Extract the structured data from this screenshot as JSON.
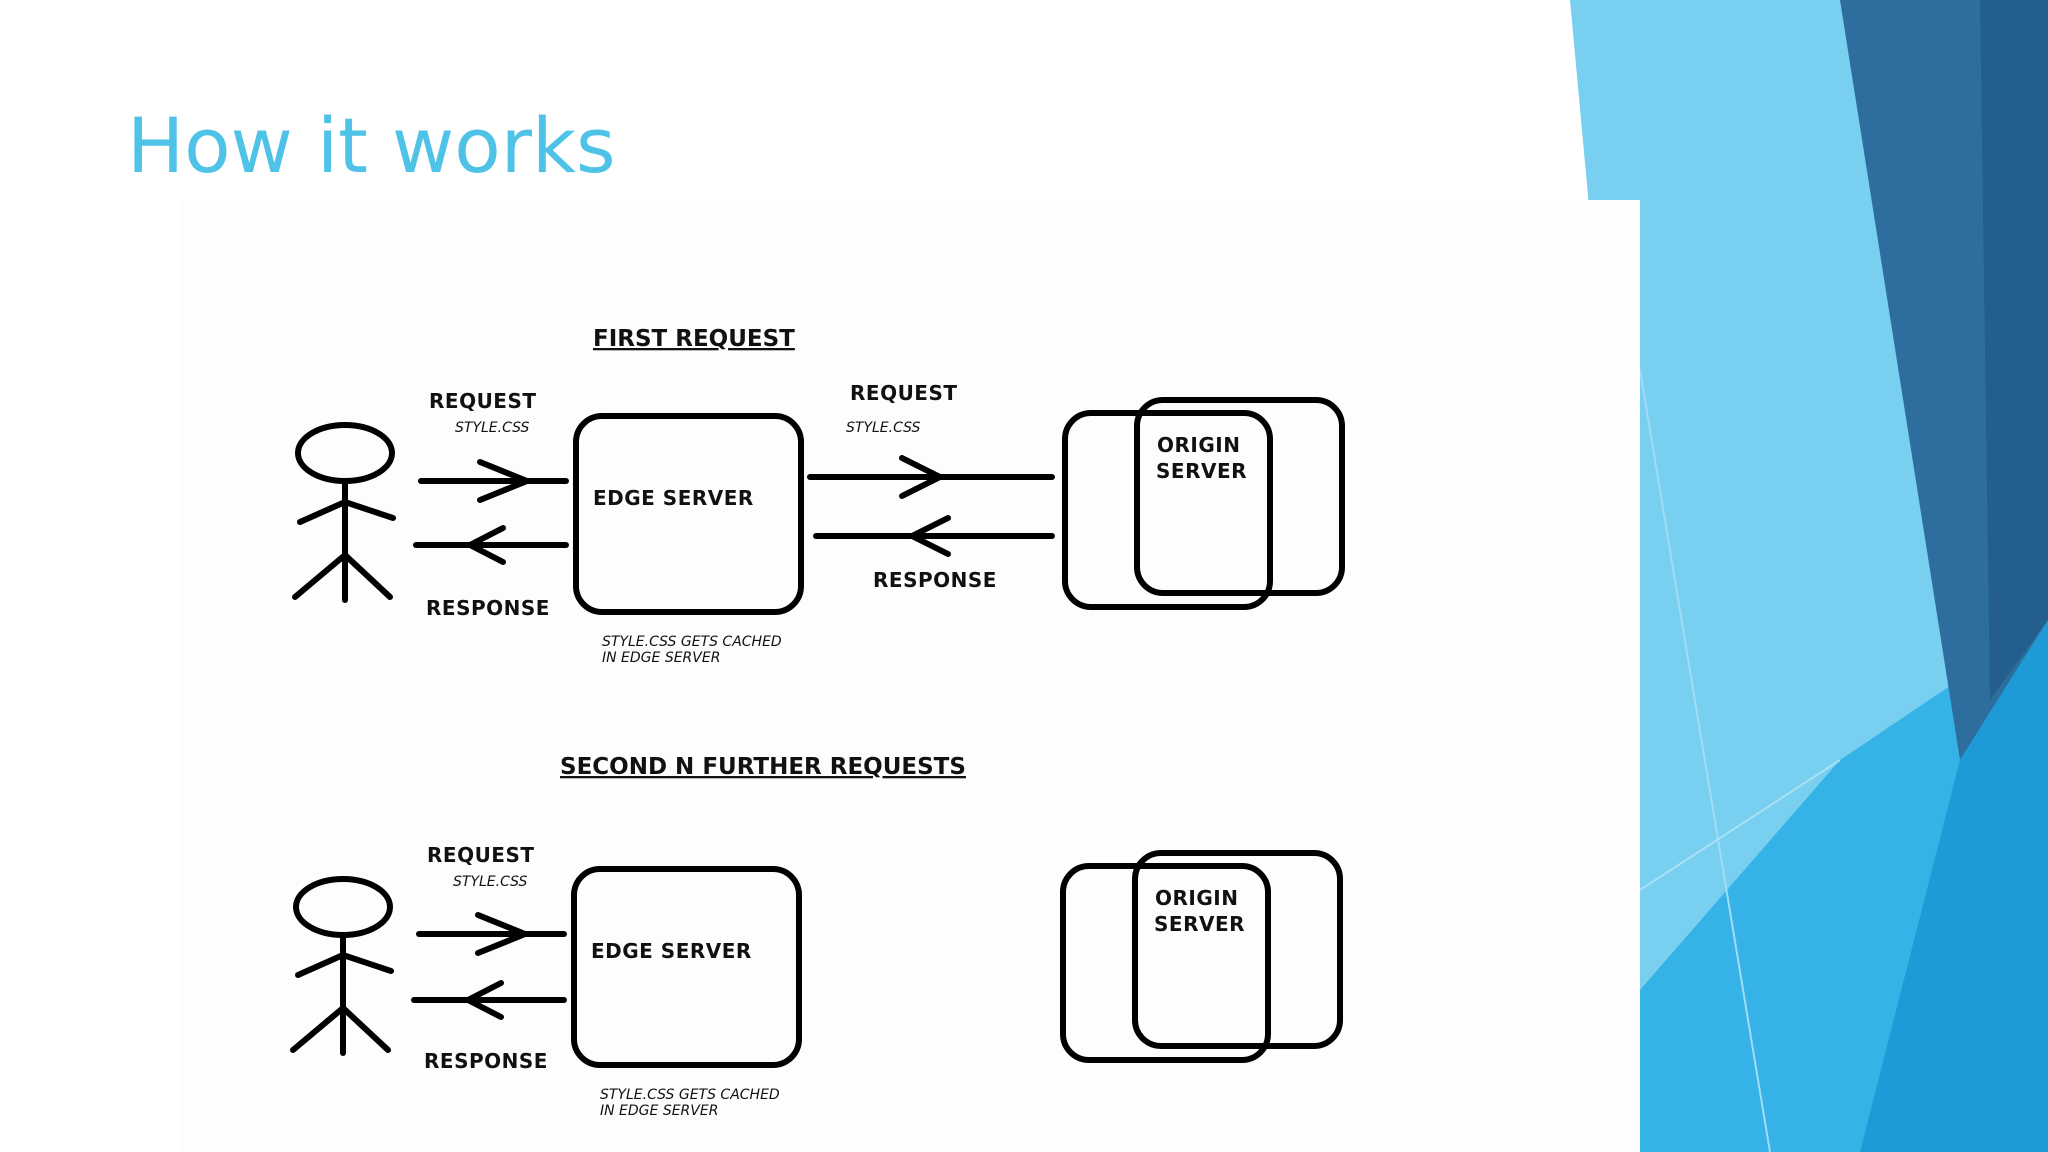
{
  "slide": {
    "title": "How it works"
  },
  "colors": {
    "title": "#4fc3e7",
    "decor_light": "#c6ebf9",
    "decor_mid": "#78cff0",
    "decor_bright": "#35b3e6",
    "decor_dark": "#2d6e9e",
    "decor_deep": "#245e8c"
  },
  "diagram": {
    "first": {
      "heading": "FIRST REQUEST",
      "client_request_label": "REQUEST",
      "client_request_file": "STYLE.CSS",
      "client_response_label": "RESPONSE",
      "edge_label": "EDGE SERVER",
      "origin_request_label": "REQUEST",
      "origin_request_file": "STYLE.CSS",
      "origin_response_label": "RESPONSE",
      "origin_label_line1": "ORIGIN",
      "origin_label_line2": "SERVER",
      "cache_note_line1": "STYLE.CSS GETS CACHED",
      "cache_note_line2": "IN EDGE SERVER"
    },
    "second": {
      "heading": "SECOND N FURTHER REQUESTS",
      "client_request_label": "REQUEST",
      "client_request_file": "STYLE.CSS",
      "client_response_label": "RESPONSE",
      "edge_label": "EDGE SERVER",
      "origin_label_line1": "ORIGIN",
      "origin_label_line2": "SERVER",
      "cache_note_line1": "STYLE.CSS GETS CACHED",
      "cache_note_line2": "IN EDGE SERVER"
    }
  }
}
